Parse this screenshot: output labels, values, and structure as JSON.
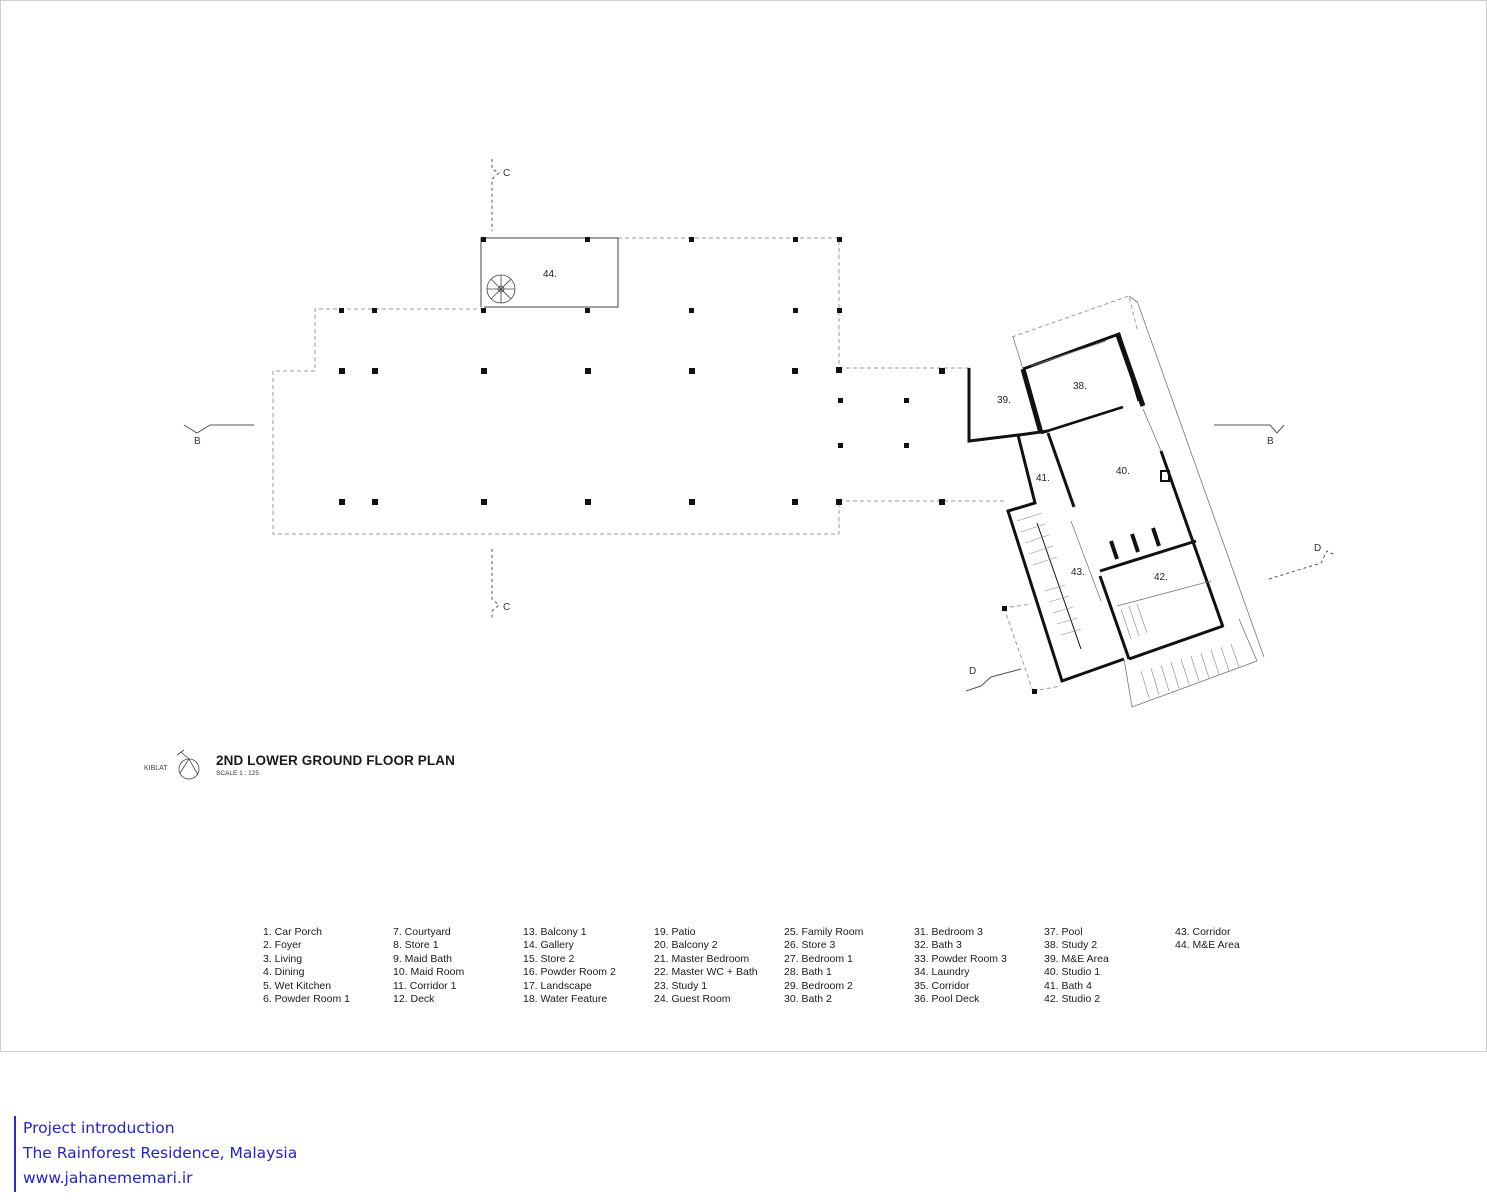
{
  "plan": {
    "title": "2ND LOWER GROUND FLOOR PLAN",
    "scale": "SCALE 1 : 125",
    "kiblat": "KIBLAT",
    "section_marks": [
      "B",
      "B",
      "C",
      "C",
      "D",
      "D"
    ],
    "room_tags": [
      "44.",
      "39.",
      "38.",
      "40.",
      "41.",
      "43.",
      "42."
    ]
  },
  "legend": [
    [
      "1. Car Porch",
      "2. Foyer",
      "3. Living",
      "4. Dining",
      "5. Wet Kitchen",
      "6. Powder Room 1"
    ],
    [
      "7. Courtyard",
      "8. Store 1",
      "9. Maid Bath",
      "10. Maid Room",
      "11. Corridor 1",
      "12. Deck"
    ],
    [
      "13. Balcony 1",
      "14. Gallery",
      "15. Store 2",
      "16. Powder Room 2",
      "17. Landscape",
      "18. Water Feature"
    ],
    [
      "19. Patio",
      "20. Balcony 2",
      "21. Master Bedroom",
      "22. Master WC + Bath",
      "23. Study 1",
      "24. Guest Room"
    ],
    [
      "25. Family Room",
      "26. Store 3",
      "27. Bedroom 1",
      "28. Bath 1",
      "29. Bedroom 2",
      "30. Bath 2"
    ],
    [
      "31. Bedroom 3",
      "32. Bath 3",
      "33. Powder Room 3",
      "34. Laundry",
      "35. Corridor",
      "36. Pool Deck"
    ],
    [
      "37. Pool",
      "38. Study 2",
      "39. M&E Area",
      "40. Studio 1",
      "41. Bath 4",
      "42. Studio 2"
    ],
    [
      "43. Corridor",
      "44. M&E Area"
    ]
  ],
  "footer": {
    "line1": "Project introduction",
    "line2": "The Rainforest Residence, Malaysia",
    "line3": "www.jahanememari.ir"
  },
  "colors": {
    "footer_text": "#2323c8",
    "footer_rule": "#2b2bd9"
  }
}
